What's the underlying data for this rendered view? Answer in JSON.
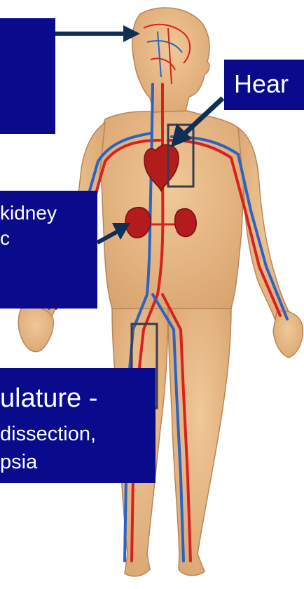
{
  "labels": {
    "heart": "Hear",
    "kidney_line1": "kidney",
    "kidney_line2": "c",
    "vasc_line1": "ulature -",
    "vasc_line2": "dissection,",
    "vasc_line3": "psia"
  },
  "colors": {
    "callout_bg": "#0a0a8c",
    "callout_text": "#ffffff",
    "arrow": "#0f2f57",
    "skin": "#e8bd8a",
    "artery": "#d8201e",
    "vein": "#2a63c4",
    "organ": "#b31c1c"
  }
}
